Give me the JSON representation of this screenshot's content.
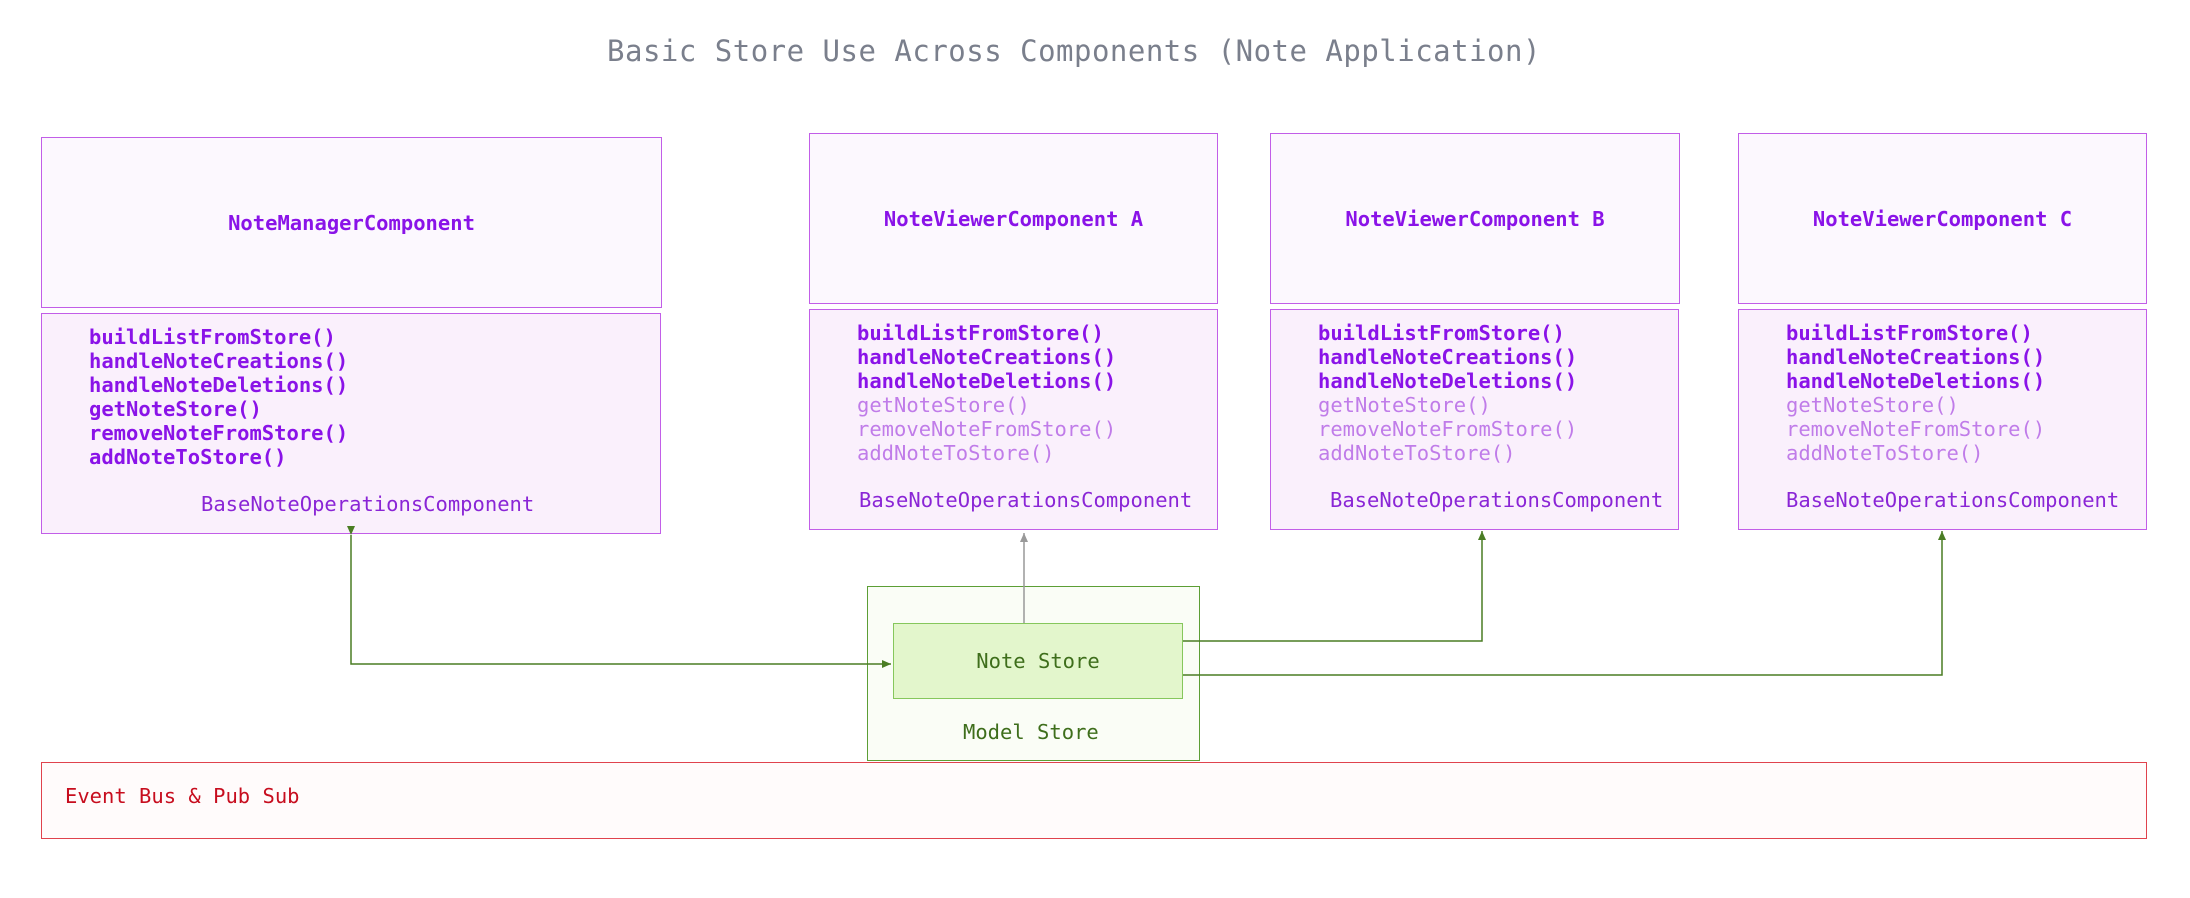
{
  "title": "Basic Store Use Across Components (Note Application)",
  "colors": {
    "component_border": "#c25ee8",
    "component_text": "#8a13e8",
    "disabled_method_text": "#c07ce9",
    "store_border": "#5c9e35",
    "note_store_fill": "#e3f6cc",
    "event_bus_border": "#e0424d",
    "event_bus_text": "#c70d1e",
    "arrow_green": "#4a7d23",
    "arrow_gray": "#999999"
  },
  "components": [
    {
      "name": "NoteManagerComponent",
      "base": "BaseNoteOperationsComponent",
      "methods": [
        {
          "label": "buildListFromStore()",
          "used": true
        },
        {
          "label": "handleNoteCreations()",
          "used": true
        },
        {
          "label": "handleNoteDeletions()",
          "used": true
        },
        {
          "label": "getNoteStore()",
          "used": true
        },
        {
          "label": "removeNoteFromStore()",
          "used": true
        },
        {
          "label": "addNoteToStore()",
          "used": true
        }
      ]
    },
    {
      "name": "NoteViewerComponent A",
      "base": "BaseNoteOperationsComponent",
      "methods": [
        {
          "label": "buildListFromStore()",
          "used": true
        },
        {
          "label": "handleNoteCreations()",
          "used": true
        },
        {
          "label": "handleNoteDeletions()",
          "used": true
        },
        {
          "label": "getNoteStore()",
          "used": false
        },
        {
          "label": "removeNoteFromStore()",
          "used": false
        },
        {
          "label": "addNoteToStore()",
          "used": false
        }
      ]
    },
    {
      "name": "NoteViewerComponent B",
      "base": "BaseNoteOperationsComponent",
      "methods": [
        {
          "label": "buildListFromStore()",
          "used": true
        },
        {
          "label": "handleNoteCreations()",
          "used": true
        },
        {
          "label": "handleNoteDeletions()",
          "used": true
        },
        {
          "label": "getNoteStore()",
          "used": false
        },
        {
          "label": "removeNoteFromStore()",
          "used": false
        },
        {
          "label": "addNoteToStore()",
          "used": false
        }
      ]
    },
    {
      "name": "NoteViewerComponent C",
      "base": "BaseNoteOperationsComponent",
      "methods": [
        {
          "label": "buildListFromStore()",
          "used": true
        },
        {
          "label": "handleNoteCreations()",
          "used": true
        },
        {
          "label": "handleNoteDeletions()",
          "used": true
        },
        {
          "label": "getNoteStore()",
          "used": false
        },
        {
          "label": "removeNoteFromStore()",
          "used": false
        },
        {
          "label": "addNoteToStore()",
          "used": false
        }
      ]
    }
  ],
  "note_store": {
    "label": "Note Store"
  },
  "model_store": {
    "label": "Model Store"
  },
  "event_bus": {
    "label": "Event Bus & Pub Sub"
  }
}
